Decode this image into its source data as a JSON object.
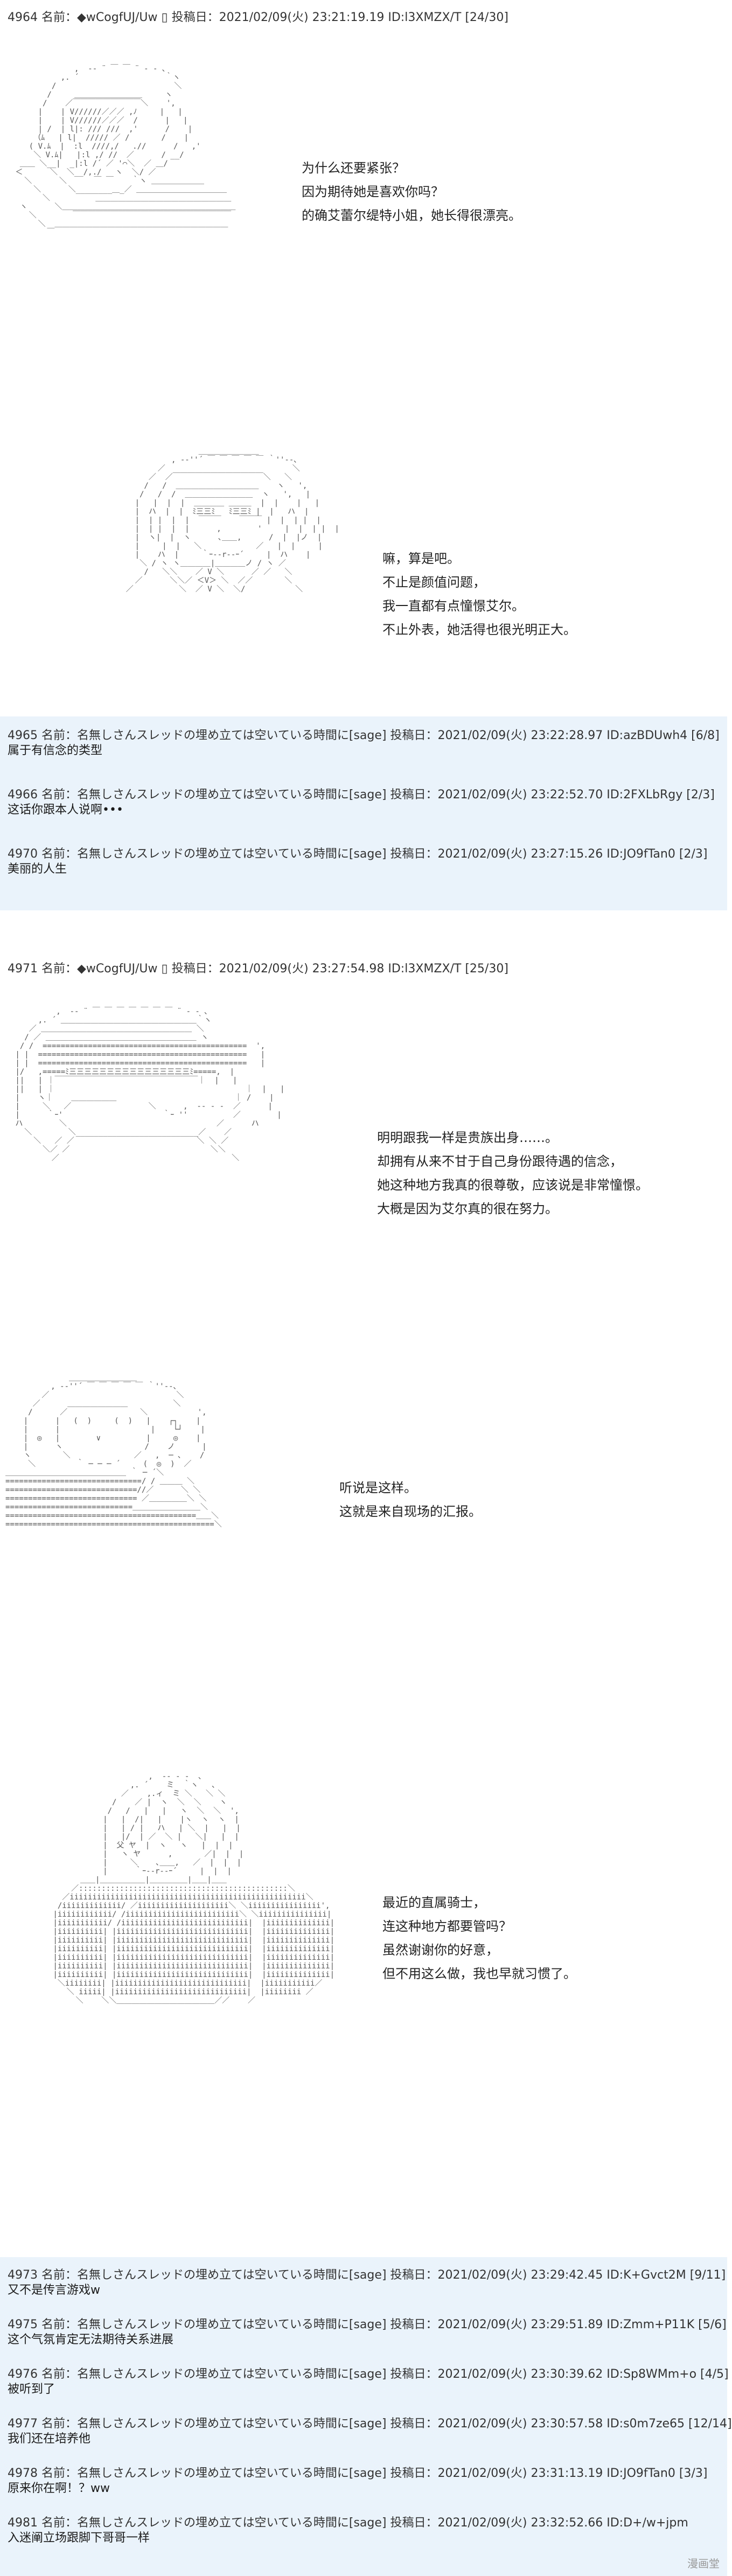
{
  "posts": [
    {
      "header": "4964 名前：◆wCogfUJ/Uw ▯ 投稿日：2021/02/09(火) 23:21:19.19 ID:l3XMZX/T [24/30]",
      "panels": [
        {
          "lines": [
            "为什么还要紧张？",
            "因为期待她是喜欢你吗？",
            "的确艾蕾尔缇特小姐，她长得很漂亮。"
          ]
        },
        {
          "lines": [
            "嘛，算是吧。",
            "不止是颜值问题，",
            "我一直都有点憧憬艾尔。",
            "不止外表，她活得也很光明正大。"
          ]
        }
      ]
    },
    {
      "header": "4971 名前：◆wCogfUJ/Uw ▯ 投稿日：2021/02/09(火) 23:27:54.98 ID:l3XMZX/T [25/30]",
      "panels": [
        {
          "lines": [
            "明明跟我一样是贵族出身……。",
            "却拥有从来不甘于自己身份跟待遇的信念，",
            "她这种地方我真的很尊敬，应该说是非常憧憬。",
            "大概是因为艾尔真的很在努力。"
          ]
        },
        {
          "lines": [
            "听说是这样。",
            "这就是来自现场的汇报。"
          ]
        },
        {
          "lines": [
            "最近的直属骑士，",
            "连这种地方都要管吗？",
            "虽然谢谢你的好意，",
            "但不用这么做，我也早就习惯了。"
          ]
        }
      ]
    }
  ],
  "replies_a": [
    {
      "meta": "4965 名前：名無しさんスレッドの埋め立ては空いている時間に[sage] 投稿日：2021/02/09(火) 23:22:28.97 ID:azBDUwh4 [6/8]",
      "body": "属于有信念的类型"
    },
    {
      "meta": "4966 名前：名無しさんスレッドの埋め立ては空いている時間に[sage] 投稿日：2021/02/09(火) 23:22:52.70 ID:2FXLbRgy [2/3]",
      "body": "这话你跟本人说啊•••"
    },
    {
      "meta": "4970 名前：名無しさんスレッドの埋め立ては空いている時間に[sage] 投稿日：2021/02/09(火) 23:27:15.26 ID:JO9fTan0 [2/3]",
      "body": "美丽的人生"
    }
  ],
  "replies_b": [
    {
      "meta": "4973 名前：名無しさんスレッドの埋め立ては空いている時間に[sage] 投稿日：2021/02/09(火) 23:29:42.45 ID:K+Gvct2M [9/11]",
      "body": "又不是传言游戏w"
    },
    {
      "meta": "4975 名前：名無しさんスレッドの埋め立ては空いている時間に[sage] 投稿日：2021/02/09(火) 23:29:51.89 ID:Zmm+P11K [5/6]",
      "body": "这个气氛肯定无法期待关系进展"
    },
    {
      "meta": "4976 名前：名無しさんスレッドの埋め立ては空いている時間に[sage] 投稿日：2021/02/09(火) 23:30:39.62 ID:Sp8WMm+o [4/5]",
      "body": "被听到了"
    },
    {
      "meta": "4977 名前：名無しさんスレッドの埋め立ては空いている時間に[sage] 投稿日：2021/02/09(火) 23:30:57.58 ID:s0m7ze65 [12/14]",
      "body": "我们还在培养他"
    },
    {
      "meta": "4978 名前：名無しさんスレッドの埋め立ては空いている時間に[sage] 投稿日：2021/02/09(火) 23:31:13.19 ID:JO9fTan0 [3/3]",
      "body": "原来你在啊！？ww"
    },
    {
      "meta": "4981 名前：名無しさんスレッドの埋め立ては空いている時間に[sage] 投稿日：2021/02/09(火) 23:32:52.66 ID:D+/w+jpm",
      "body": "入迷阐立场跟脚下哥哥一样"
    }
  ],
  "watermark": "漫画堂"
}
